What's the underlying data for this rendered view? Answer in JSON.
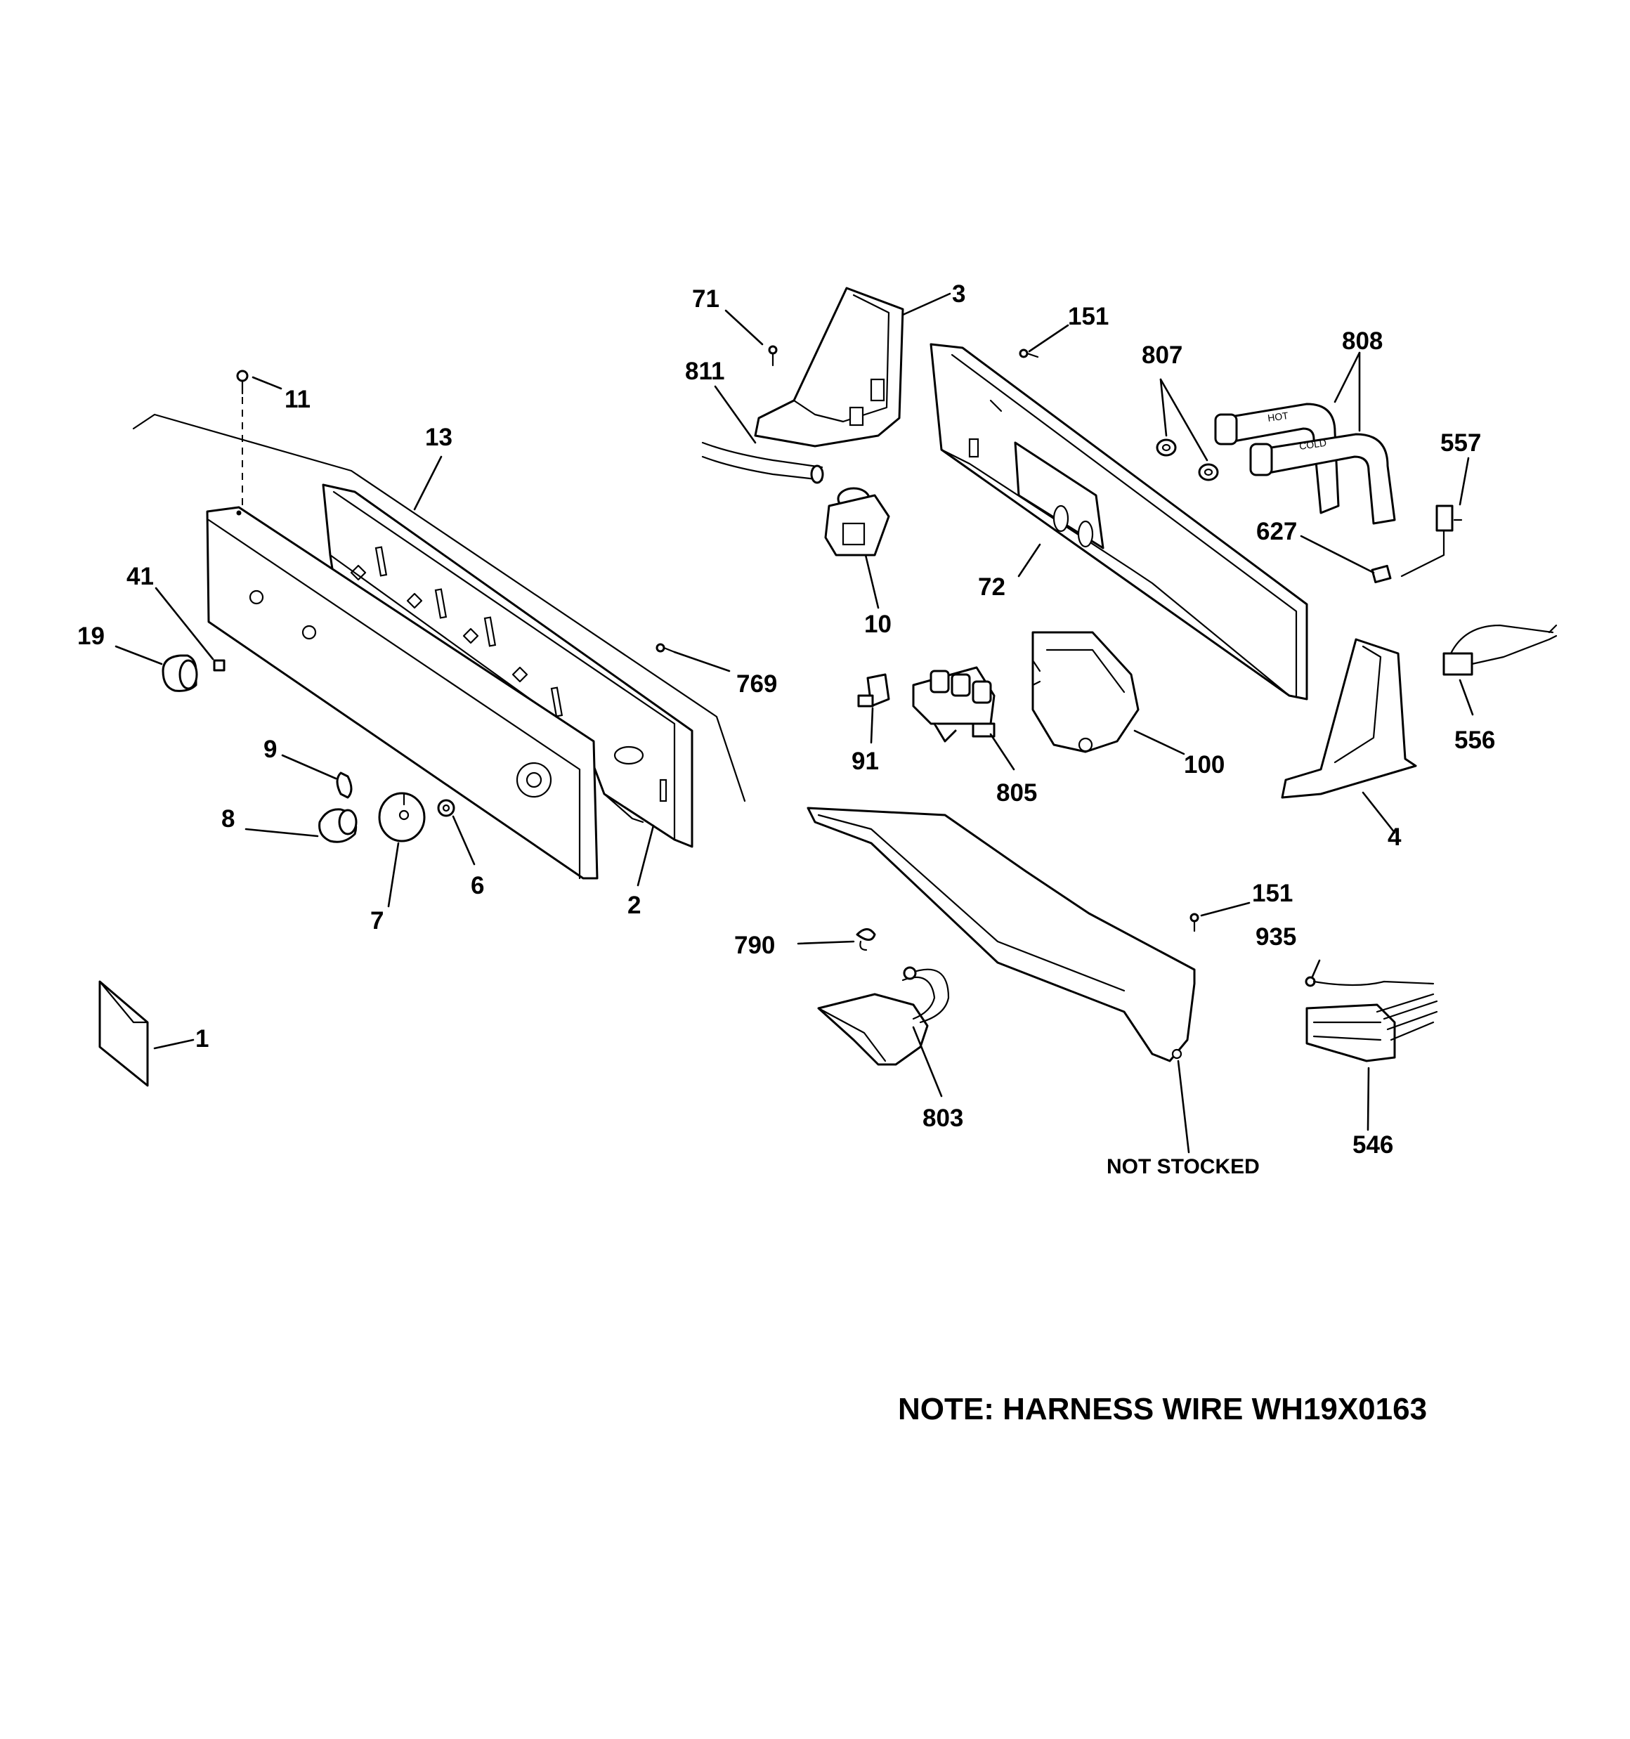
{
  "diagram": {
    "part_labels": {
      "p71": "71",
      "p3": "3",
      "p151a": "151",
      "p807": "807",
      "p808": "808",
      "p811": "811",
      "p11": "11",
      "p13": "13",
      "p557": "557",
      "p627": "627",
      "p10": "10",
      "p72": "72",
      "p41": "41",
      "p19": "19",
      "p769": "769",
      "p556": "556",
      "p9": "9",
      "p91": "91",
      "p805": "805",
      "p100": "100",
      "p8": "8",
      "p6": "6",
      "p7": "7",
      "p2": "2",
      "p4": "4",
      "p151b": "151",
      "p935": "935",
      "p790": "790",
      "p1": "1",
      "p803": "803",
      "p546": "546"
    },
    "not_stocked": "NOT STOCKED",
    "note": "NOTE: HARNESS WIRE WH19X0163",
    "hose_hot": "HOT",
    "hose_cold": "COLD"
  }
}
